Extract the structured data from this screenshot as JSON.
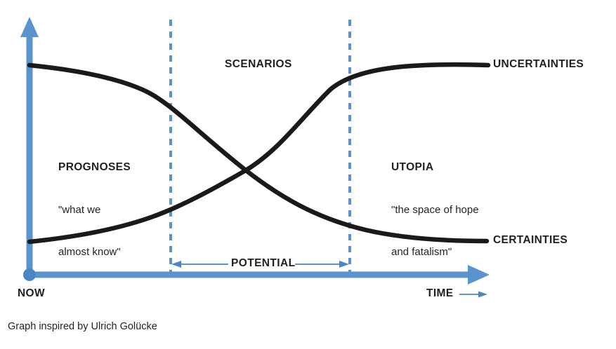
{
  "figure": {
    "background": "#ffffff",
    "accent_blue": "#5b93cc",
    "curve_color": "#1a1a1a",
    "text_color": "#231f20"
  },
  "axes": {
    "x_label": "TIME",
    "x_label_arrow": "arrow-right-icon",
    "origin_label": "NOW",
    "origin_marker": "origin-dot-icon",
    "y_arrow": "arrow-up-icon",
    "x_arrow": "arrow-right-icon"
  },
  "bands": {
    "left": {
      "title": "PROGNOSES",
      "line1": "\"what we",
      "line2": "almost know\""
    },
    "middle": {
      "title": "SCENARIOS",
      "span_label": "POTENTIAL",
      "span_arrow": "double-arrow-icon"
    },
    "right": {
      "title": "UTOPIA",
      "line1": "\"the space of hope",
      "line2": "and fatalism\""
    }
  },
  "series_labels": {
    "uncertainties": "UNCERTAINTIES",
    "certainties": "CERTAINTIES"
  },
  "footnote": "Graph inspired by Ulrich Golücke",
  "chart_data": {
    "type": "line",
    "title": "",
    "xlabel": "TIME",
    "ylabel": "",
    "grid": false,
    "legend": "inline-right-end-labels",
    "xlim": [
      0,
      100
    ],
    "ylim": [
      0,
      100
    ],
    "annotations": [
      {
        "text": "PROGNOSES",
        "x": 12,
        "y": 55
      },
      {
        "text": "\"what we almost know\"",
        "x": 12,
        "y": 48
      },
      {
        "text": "SCENARIOS",
        "x": 47,
        "y": 88
      },
      {
        "text": "UTOPIA",
        "x": 79,
        "y": 55
      },
      {
        "text": "\"the space of hope and fatalism\"",
        "x": 79,
        "y": 48
      },
      {
        "text": "POTENTIAL",
        "x": 57,
        "y": 5
      },
      {
        "text": "NOW",
        "x": 0,
        "y": -4
      },
      {
        "text": "TIME",
        "x": 87,
        "y": -4
      }
    ],
    "vertical_dividers": [
      {
        "x": 31,
        "style": "dashed",
        "color": "#5b93cc"
      },
      {
        "x": 70,
        "style": "dashed",
        "color": "#5b93cc"
      }
    ],
    "span_markers": [
      {
        "label": "POTENTIAL",
        "x_start": 31,
        "x_end": 70,
        "y": 5
      }
    ],
    "series": [
      {
        "name": "CERTAINTIES",
        "color": "#1a1a1a",
        "x": [
          0,
          10,
          20,
          31,
          40,
          47,
          55,
          65,
          75,
          85,
          95,
          100
        ],
        "y": [
          84,
          80,
          75,
          67,
          57,
          48,
          39,
          30,
          23,
          19,
          16,
          15
        ]
      },
      {
        "name": "UNCERTAINTIES",
        "color": "#1a1a1a",
        "x": [
          0,
          10,
          20,
          31,
          40,
          47,
          55,
          65,
          75,
          85,
          95,
          100
        ],
        "y": [
          15,
          19,
          24,
          31,
          38,
          48,
          60,
          72,
          79,
          83,
          85,
          86
        ]
      }
    ]
  }
}
